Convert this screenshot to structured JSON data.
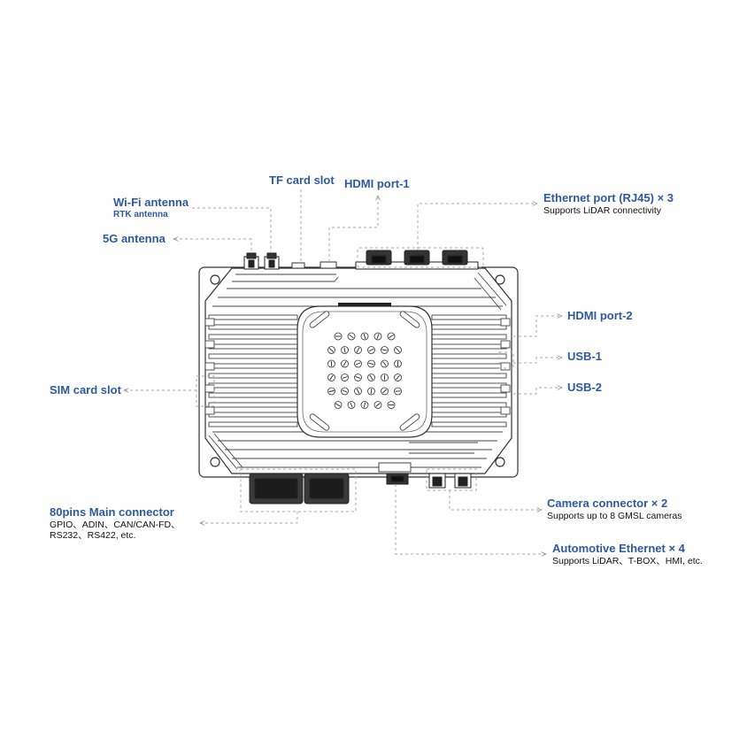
{
  "colors": {
    "label": "#2c5aa0",
    "subtext": "#111111",
    "line": "#333333",
    "leader": "#aaaaaa"
  },
  "labels": {
    "tf_card": "TF card slot",
    "hdmi1": "HDMI port-1",
    "wifi": "Wi-Fi antenna",
    "rtk": "RTK antenna",
    "g5": "5G antenna",
    "eth_rj45": "Ethernet port (RJ45) × 3",
    "eth_rj45_sub": "Supports LiDAR connectivity",
    "hdmi2": "HDMI port-2",
    "usb1": "USB-1",
    "usb2": "USB-2",
    "sim": "SIM card slot",
    "main_conn": "80pins Main connector",
    "main_conn_sub1": "GPIO、ADIN、CAN/CAN-FD、",
    "main_conn_sub2": "RS232、RS422, etc.",
    "camera": "Camera connector × 2",
    "camera_sub": "Supports up to 8 GMSL cameras",
    "auto_eth": "Automotive Ethernet × 4",
    "auto_eth_sub": "Supports LiDAR、T-BOX、HMI, etc."
  },
  "icons": [
    "device-outline",
    "heatsink-fins",
    "fan-grille",
    "rj45-port",
    "antenna-connector",
    "gmsl-connector",
    "main-connector"
  ]
}
